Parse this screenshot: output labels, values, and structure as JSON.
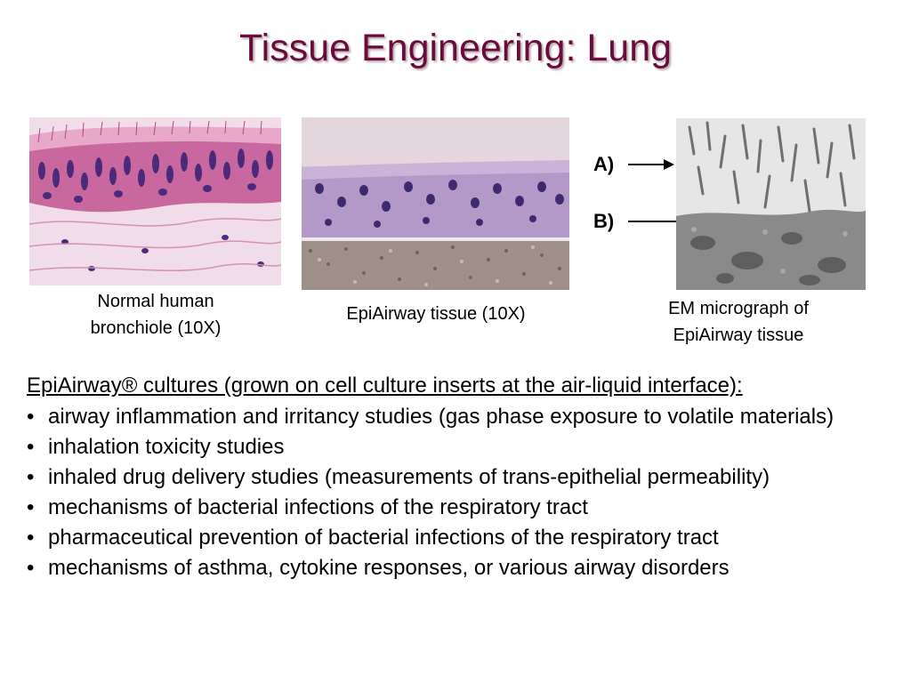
{
  "slide": {
    "title": "Tissue Engineering: Lung"
  },
  "figures": [
    {
      "caption_line1": "Normal human",
      "caption_line2": "bronchiole (10X)",
      "icon": "histology-image"
    },
    {
      "caption_line1": "EpiAirway tissue (10X)",
      "icon": "histology-image"
    },
    {
      "caption_line1": "EM micrograph of",
      "caption_line2": "EpiAirway tissue",
      "icon": "micrograph-image",
      "markers": [
        "A)",
        "B)"
      ]
    }
  ],
  "body": {
    "lead": "EpiAirway® cultures (grown on cell culture inserts at the air-liquid interface):",
    "bullet_glyph": "•",
    "bullets": [
      "airway inflammation and irritancy studies (gas phase exposure to volatile materials)",
      "inhalation toxicity studies",
      "inhaled drug delivery studies (measurements of trans-epithelial permeability)",
      "mechanisms of bacterial infections of the respiratory tract",
      "pharmaceutical prevention of bacterial infections of the respiratory tract",
      "mechanisms of asthma, cytokine responses, or various airway disorders"
    ]
  },
  "colors": {
    "title": "#6b0b3b",
    "stain_pink": "#e9b7d2",
    "stain_purple": "#5a2f7a",
    "em_gray": "#8a8a8a"
  }
}
